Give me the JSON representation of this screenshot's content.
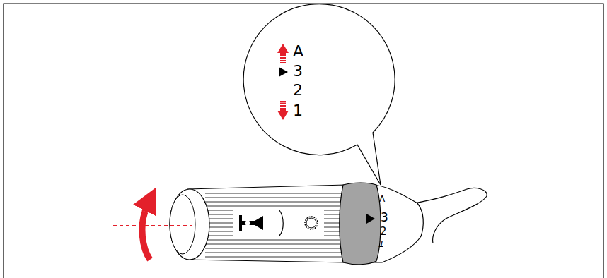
{
  "diagram": {
    "labels": [
      "A",
      "3",
      "2",
      "1",
      "A",
      "3",
      "2",
      "1"
    ]
  }
}
